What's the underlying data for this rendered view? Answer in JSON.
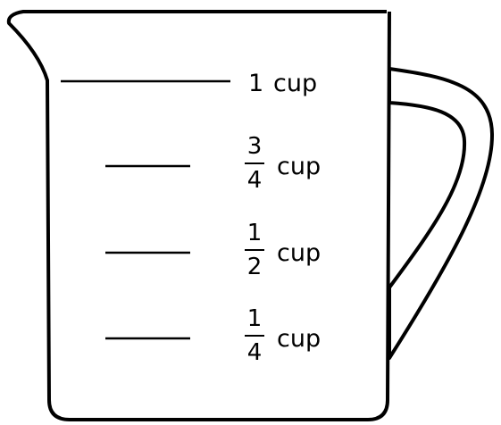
{
  "cup": {
    "outline_color": "#000000",
    "fill_color": "#ffffff"
  },
  "marks": [
    {
      "id": "one",
      "value": 1,
      "whole": "1",
      "unit": "cup"
    },
    {
      "id": "three-quarter",
      "value": 0.75,
      "numerator": "3",
      "denominator": "4",
      "unit": "cup"
    },
    {
      "id": "half",
      "value": 0.5,
      "numerator": "1",
      "denominator": "2",
      "unit": "cup"
    },
    {
      "id": "quarter",
      "value": 0.25,
      "numerator": "1",
      "denominator": "4",
      "unit": "cup"
    }
  ]
}
